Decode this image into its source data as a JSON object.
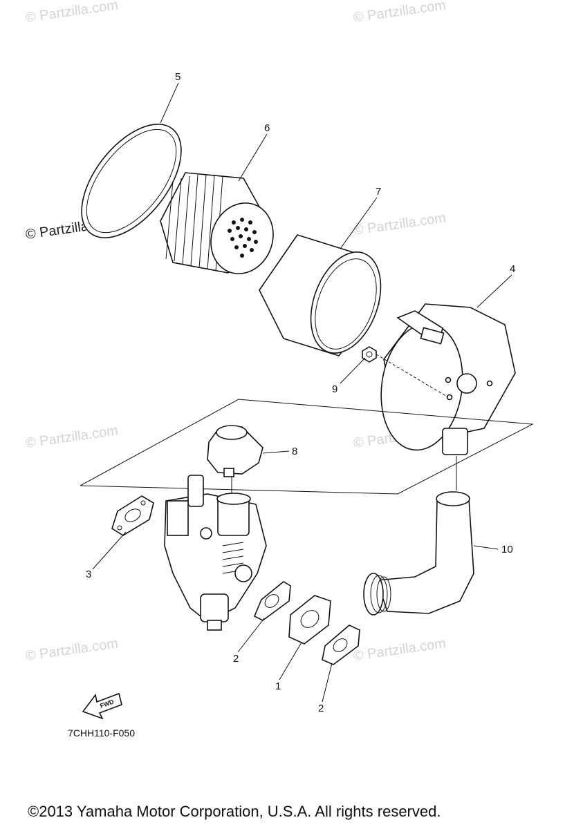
{
  "watermarks": {
    "text": "© Partzilla.com",
    "dark_text": "© Partzilla.com"
  },
  "callouts": {
    "c1": "1",
    "c2a": "2",
    "c2b": "2",
    "c3": "3",
    "c4": "4",
    "c5": "5",
    "c6": "6",
    "c7": "7",
    "c8": "8",
    "c9": "9",
    "c10": "10"
  },
  "fwd_label": "FWD",
  "diagram_code": "7CHH110-F050",
  "copyright": "©2013 Yamaha Motor Corporation, U.S.A. All rights reserved."
}
